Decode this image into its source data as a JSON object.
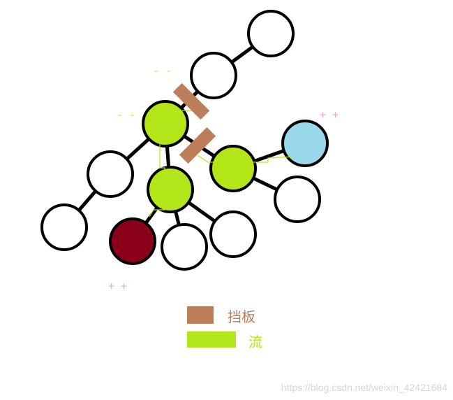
{
  "colors": {
    "edge": "#000000",
    "flow": "#b3e619",
    "baffle": "#bd7f5b",
    "red_node": "#8b0018",
    "blue_node": "#99d9ea",
    "minus_mark": "#ffc90e",
    "plus_mark": "#f4a8c8",
    "node_default": "#ffffff"
  },
  "marks": {
    "minus_top": "- -",
    "minus_left": "- -",
    "plus_right": "+ +",
    "plus_bottom": "+ +"
  },
  "legend": {
    "baffle_label": "挡板",
    "flow_label": "流"
  },
  "watermark": "https://blog.csdn.net/weixin_42421684"
}
